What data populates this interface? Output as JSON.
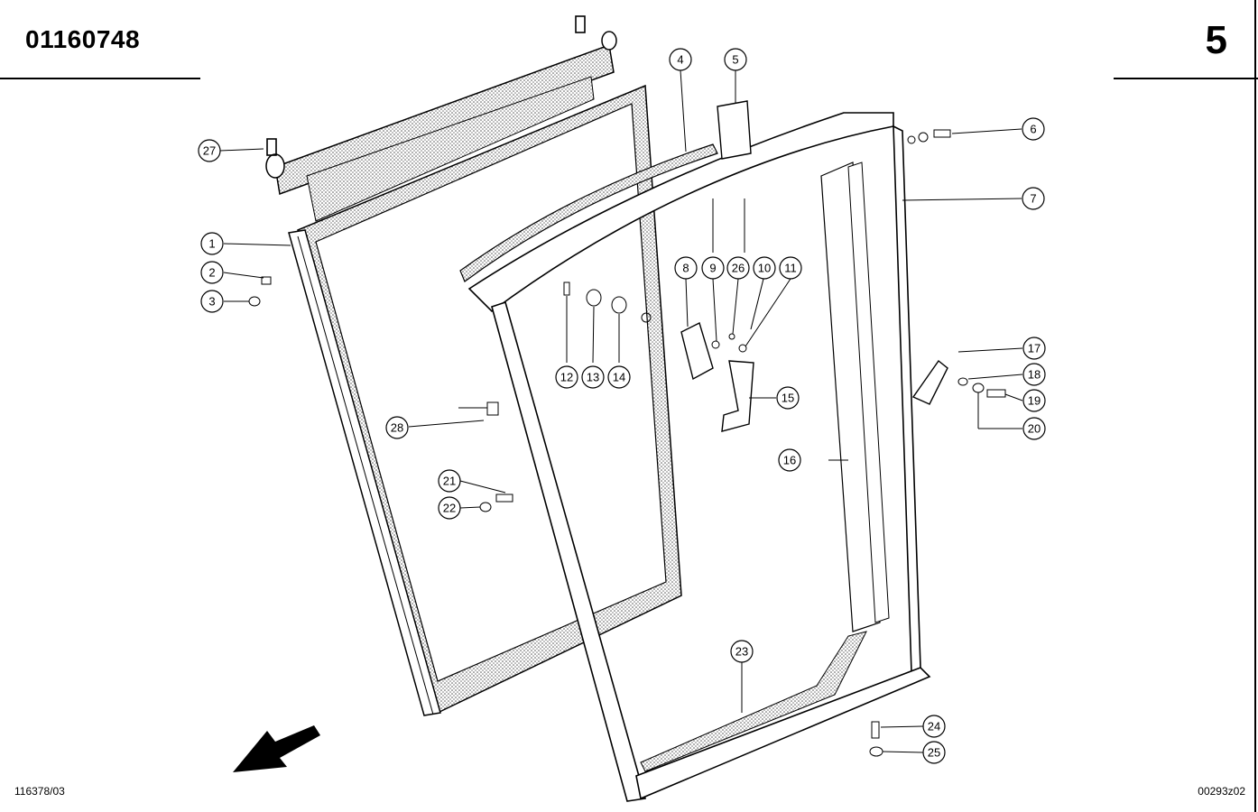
{
  "header": {
    "part_number": "01160748",
    "page_number": "5"
  },
  "footer": {
    "left_code": "116378/03",
    "right_code": "00293z02"
  },
  "callouts": [
    "1",
    "2",
    "3",
    "4",
    "5",
    "6",
    "7",
    "8",
    "9",
    "26",
    "10",
    "11",
    "12",
    "13",
    "14",
    "15",
    "16",
    "17",
    "18",
    "19",
    "20",
    "21",
    "22",
    "23",
    "24",
    "25",
    "27",
    "28"
  ]
}
